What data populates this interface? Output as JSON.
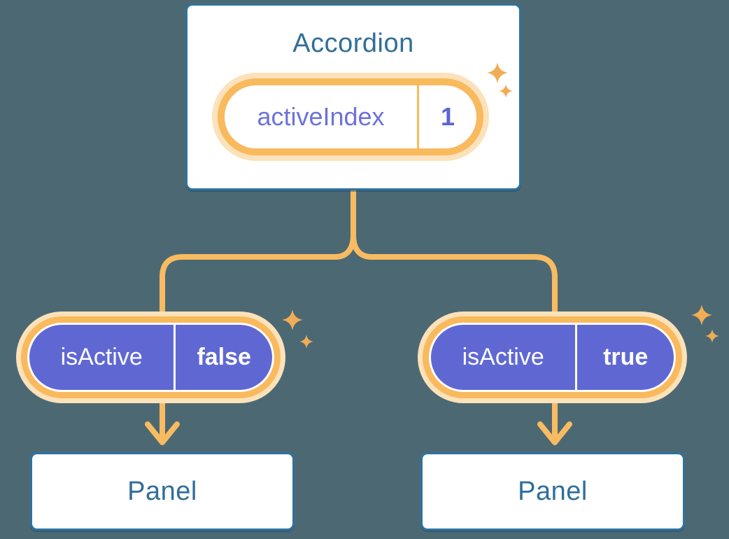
{
  "background_color": "#4C6973",
  "colors": {
    "accent_orange_line": "#F9BB61",
    "pill_glow_peach": "#FCE2BA",
    "sparkle_orange": "#F2AC55",
    "prop_pill_purple": "#5F68D2",
    "box_border_blue": "#2E72A0",
    "heading_text_blue": "#316E99",
    "state_name_purple": "#6E72D9",
    "state_value_purple": "#5B66D2"
  },
  "accordion": {
    "title": "Accordion",
    "state": {
      "name": "activeIndex",
      "value": "1"
    }
  },
  "children": [
    {
      "prop": {
        "name": "isActive",
        "value": "false"
      },
      "panel": {
        "title": "Panel"
      }
    },
    {
      "prop": {
        "name": "isActive",
        "value": "true"
      },
      "panel": {
        "title": "Panel"
      }
    }
  ]
}
